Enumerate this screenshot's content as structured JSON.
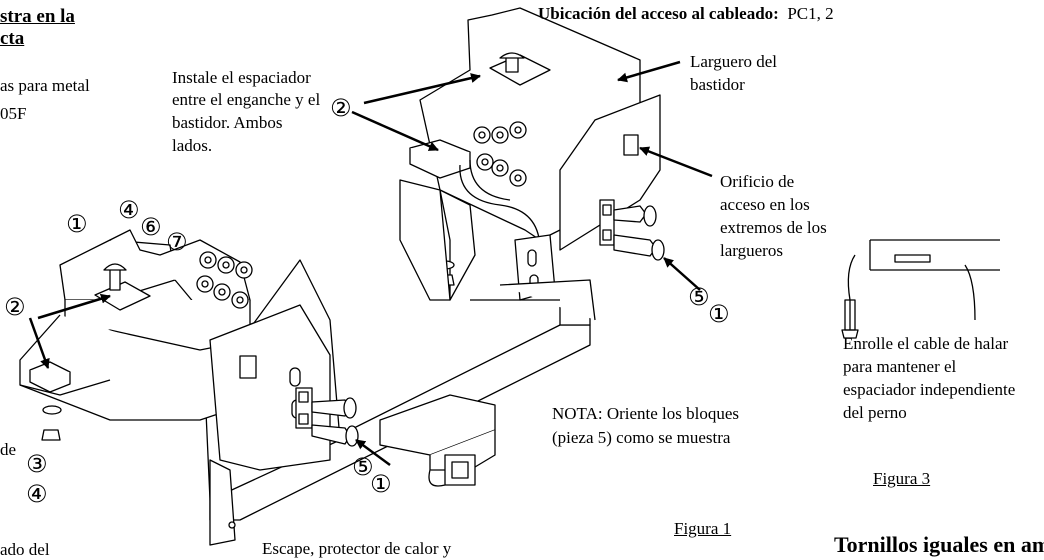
{
  "header": {
    "title_line1": "stra en la",
    "title_line2": "cta",
    "sub1": "as para metal",
    "sub2": "05F",
    "wiring_label": "Ubicación del acceso al cableado:",
    "wiring_value": "PC1, 2"
  },
  "callouts": {
    "spacer_note": [
      "Instale el espaciador",
      "entre el enganche y el",
      "bastidor.   Ambos",
      "lados."
    ],
    "larguero": [
      "Larguero del",
      "bastidor"
    ],
    "orificio": [
      "Orificio de",
      "acceso en los",
      "extremos de los",
      "largueros"
    ],
    "enrolle": [
      "Enrolle el cable de halar",
      "para mantener el",
      "espaciador independiente",
      "del perno"
    ],
    "nota": [
      "NOTA:  Oriente los bloques",
      "(pieza 5) como se muestra"
    ],
    "left_frag_de": "de",
    "bottom_left_frag": "ado del",
    "escape": "Escape, protector de calor y",
    "tornillos": "Tornillos iguales en ambos"
  },
  "figures": {
    "fig1": "Figura 1",
    "fig3": "Figura 3"
  },
  "part_numbers": {
    "a_1": "①",
    "a_4": "④",
    "a_6": "⑥",
    "a_7": "⑦",
    "a_2": "②",
    "a_3": "③",
    "a_4b": "④",
    "a_5": "⑤",
    "a_1b": "①",
    "b_2": "②",
    "b_5": "⑤",
    "b_1": "①"
  }
}
